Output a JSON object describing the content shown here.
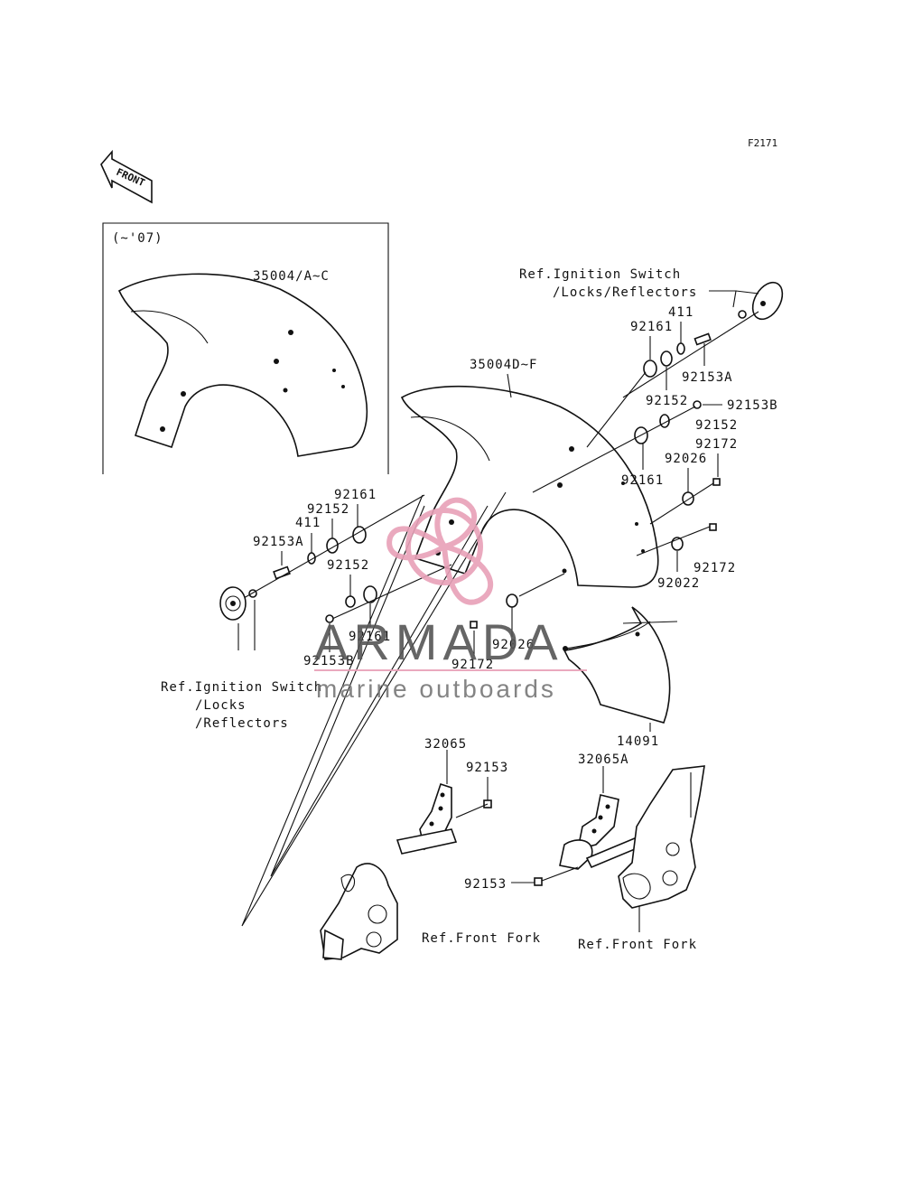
{
  "figure_id": "F2171",
  "front_label": "FRONT",
  "inset_label": "(~'07)",
  "watermark": {
    "brand": "ARMADA",
    "tagline": "marine outboards",
    "accent": "#e8a0b8"
  },
  "labels": {
    "p35004_ac": "35004/A~C",
    "p35004_df": "35004D~F",
    "ref_ign_r1": "Ref.Ignition Switch",
    "ref_ign_r2": "/Locks/Reflectors",
    "r411": "411",
    "r92161": "92161",
    "r92153a": "92153A",
    "r92152": "92152",
    "r92153b": "92153B",
    "r92152b": "92152",
    "r92172": "92172",
    "r92026": "92026",
    "r92161b": "92161",
    "r92172b": "92172",
    "r92022": "92022",
    "l92161": "92161",
    "l92152": "92152",
    "l411": "411",
    "l92153a": "92153A",
    "l92152b": "92152",
    "l92161b": "92161",
    "l92153b": "92153B",
    "m92026": "92026",
    "m92172": "92172",
    "ref_ign_l1": "Ref.Ignition Switch",
    "ref_ign_l2": "/Locks",
    "ref_ign_l3": "/Reflectors",
    "p14091": "14091",
    "p32065": "32065",
    "p92153": "92153",
    "p32065a": "32065A",
    "p92153b": "92153",
    "ref_fork_l": "Ref.Front Fork",
    "ref_fork_r": "Ref.Front Fork"
  }
}
